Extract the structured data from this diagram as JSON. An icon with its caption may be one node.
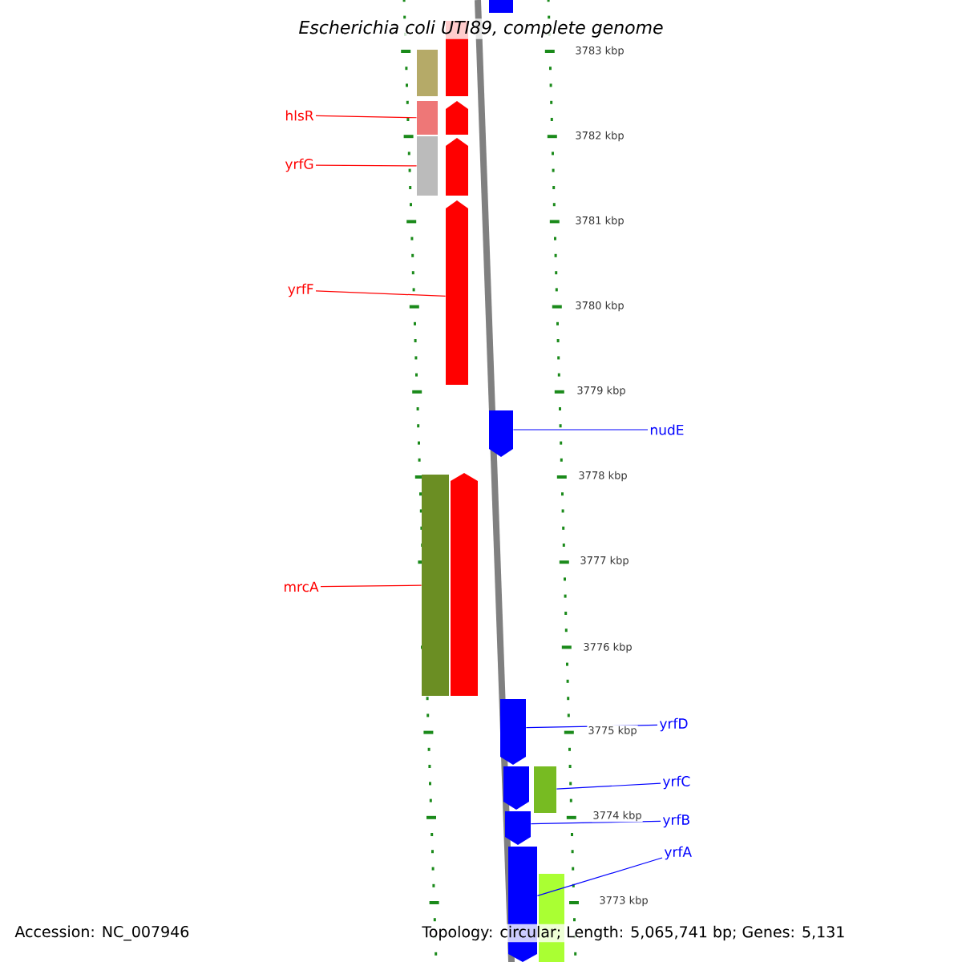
{
  "diagram": {
    "title": "Escherichia coli UTI89, complete genome",
    "nodes": [
      {
        "text": [
          "hlsR"
        ]
      },
      {
        "text": [
          "yrfG"
        ]
      },
      {
        "text": [
          "yrfF"
        ]
      },
      {
        "text": [
          "mrcA"
        ]
      },
      {
        "text": [
          "nudE"
        ]
      },
      {
        "text": [
          "yrfD"
        ]
      },
      {
        "text": [
          "yrfC"
        ]
      },
      {
        "text": [
          "yrfB"
        ]
      },
      {
        "text": [
          "yrfA"
        ]
      },
      {
        "text": [],
        "shape": "bar"
      },
      {
        "text": [],
        "shape": "bar"
      },
      {
        "text": [],
        "shape": "bar"
      },
      {
        "text": [],
        "shape": "bar"
      },
      {
        "text": [],
        "shape": "bar"
      },
      {
        "text": [],
        "shape": "box"
      },
      {
        "text": [],
        "shape": "box"
      },
      {
        "text": [],
        "shape": "box"
      },
      {
        "text": [],
        "shape": "box"
      },
      {
        "text": [],
        "shape": "bar"
      },
      {
        "text": [],
        "shape": "box"
      },
      {
        "text": [],
        "shape": "box"
      },
      {
        "text": [],
        "shape": "box"
      },
      {
        "text": [],
        "shape": "box"
      },
      {
        "text": [],
        "shape": "box"
      },
      {
        "text": [],
        "shape": "bar"
      },
      {
        "text": [],
        "shape": "bar"
      }
    ],
    "edges": [
      {
        "from": 0,
        "to": 10,
        "arrow": "none",
        "color": "#ff0000"
      },
      {
        "from": 1,
        "to": 11,
        "arrow": "none",
        "color": "#ff0000"
      },
      {
        "from": 2,
        "to": 16,
        "arrow": "none",
        "color": "#ff0000"
      },
      {
        "from": 3,
        "to": 12,
        "arrow": "none",
        "color": "#ff0000"
      },
      {
        "from": 4,
        "to": 19,
        "arrow": "none"
      },
      {
        "from": 5,
        "to": 20,
        "arrow": "none"
      },
      {
        "from": 6,
        "to": 24,
        "arrow": "none"
      },
      {
        "from": 7,
        "to": 22,
        "arrow": "none"
      },
      {
        "from": 8,
        "to": 23,
        "arrow": "none"
      }
    ],
    "labels": [
      "3783 kbp",
      "3782 kbp",
      "3781 kbp",
      "3780 kbp",
      "3779 kbp",
      "3778 kbp",
      "3777 kbp",
      "3776 kbp",
      "3775 kbp",
      "3774 kbp",
      "3773 kbp",
      "Accession: NC_007946",
      "Topology: circular; Length: 5,065,741 bp; Genes: 5,131"
    ]
  }
}
